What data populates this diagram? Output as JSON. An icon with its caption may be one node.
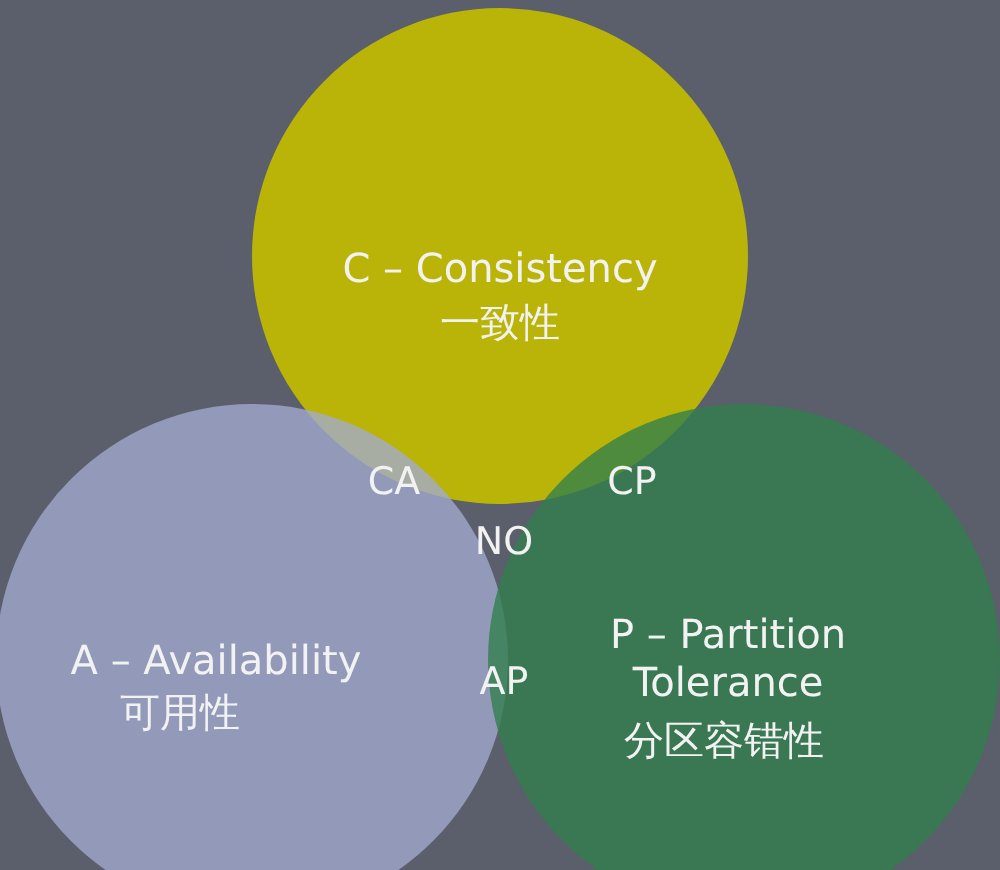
{
  "diagram": {
    "nodes": [
      {
        "text": [
          "C – Consistency",
          "一致性"
        ]
      },
      {
        "text": [
          "A – Availability",
          "可用性"
        ]
      },
      {
        "text": [
          "P – Partition Tolerance",
          "分区容错性"
        ]
      }
    ],
    "labels": [
      "CA",
      "CP",
      "NO",
      "AP"
    ]
  }
}
